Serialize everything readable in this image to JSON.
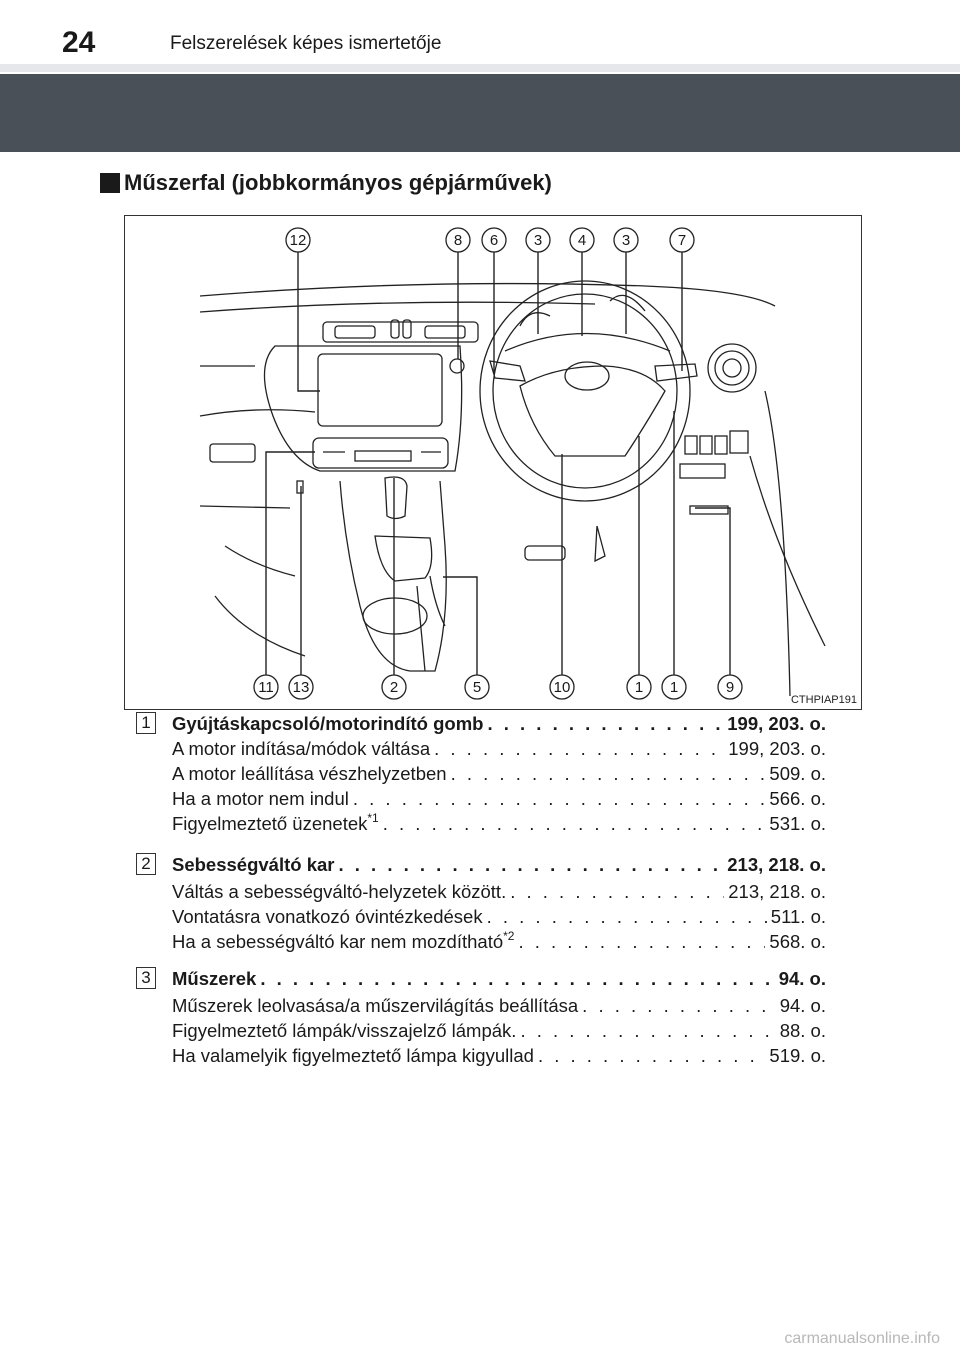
{
  "header": {
    "page_number": "24",
    "running_title": "Felszerelések képes ismertetője"
  },
  "section": {
    "title": "Műszerfal (jobbkormányos gépjárművek)"
  },
  "figure": {
    "code": "CTHPIAP191",
    "callouts_top": [
      "12",
      "8",
      "6",
      "3",
      "4",
      "3",
      "7"
    ],
    "callouts_bottom": [
      "11",
      "13",
      "2",
      "5",
      "10",
      "1",
      "1",
      "9"
    ]
  },
  "entries": [
    {
      "number": "1",
      "title": "Gyújtáskapcsoló/motorindító gomb",
      "pages": "199, 203. o.",
      "items": [
        {
          "label": "A motor indítása/módok váltása",
          "sup": "",
          "pages": "199, 203. o."
        },
        {
          "label": "A motor leállítása vészhelyzetben",
          "sup": "",
          "pages": "509. o."
        },
        {
          "label": "Ha a motor nem indul",
          "sup": "",
          "pages": "566. o."
        },
        {
          "label": "Figyelmeztető üzenetek",
          "sup": "*1",
          "pages": "531. o."
        }
      ]
    },
    {
      "number": "2",
      "title": "Sebességváltó kar",
      "pages": "213, 218. o.",
      "items": [
        {
          "label": "Váltás a sebességváltó-helyzetek között.",
          "sup": "",
          "pages": "213, 218. o."
        },
        {
          "label": "Vontatásra vonatkozó óvintézkedések",
          "sup": "",
          "pages": "511. o."
        },
        {
          "label": "Ha a sebességváltó kar nem mozdítható",
          "sup": "*2",
          "pages": "568. o."
        }
      ]
    },
    {
      "number": "3",
      "title": "Műszerek",
      "pages": "94. o.",
      "items": [
        {
          "label": "Műszerek leolvasása/a műszervilágítás beállítása",
          "sup": "",
          "pages": "94. o."
        },
        {
          "label": "Figyelmeztető lámpák/visszajelző lámpák.",
          "sup": "",
          "pages": "88. o."
        },
        {
          "label": "Ha valamelyik figyelmeztető lámpa kigyullad",
          "sup": "",
          "pages": "519. o."
        }
      ]
    }
  ],
  "watermark": "carmanualsonline.info"
}
